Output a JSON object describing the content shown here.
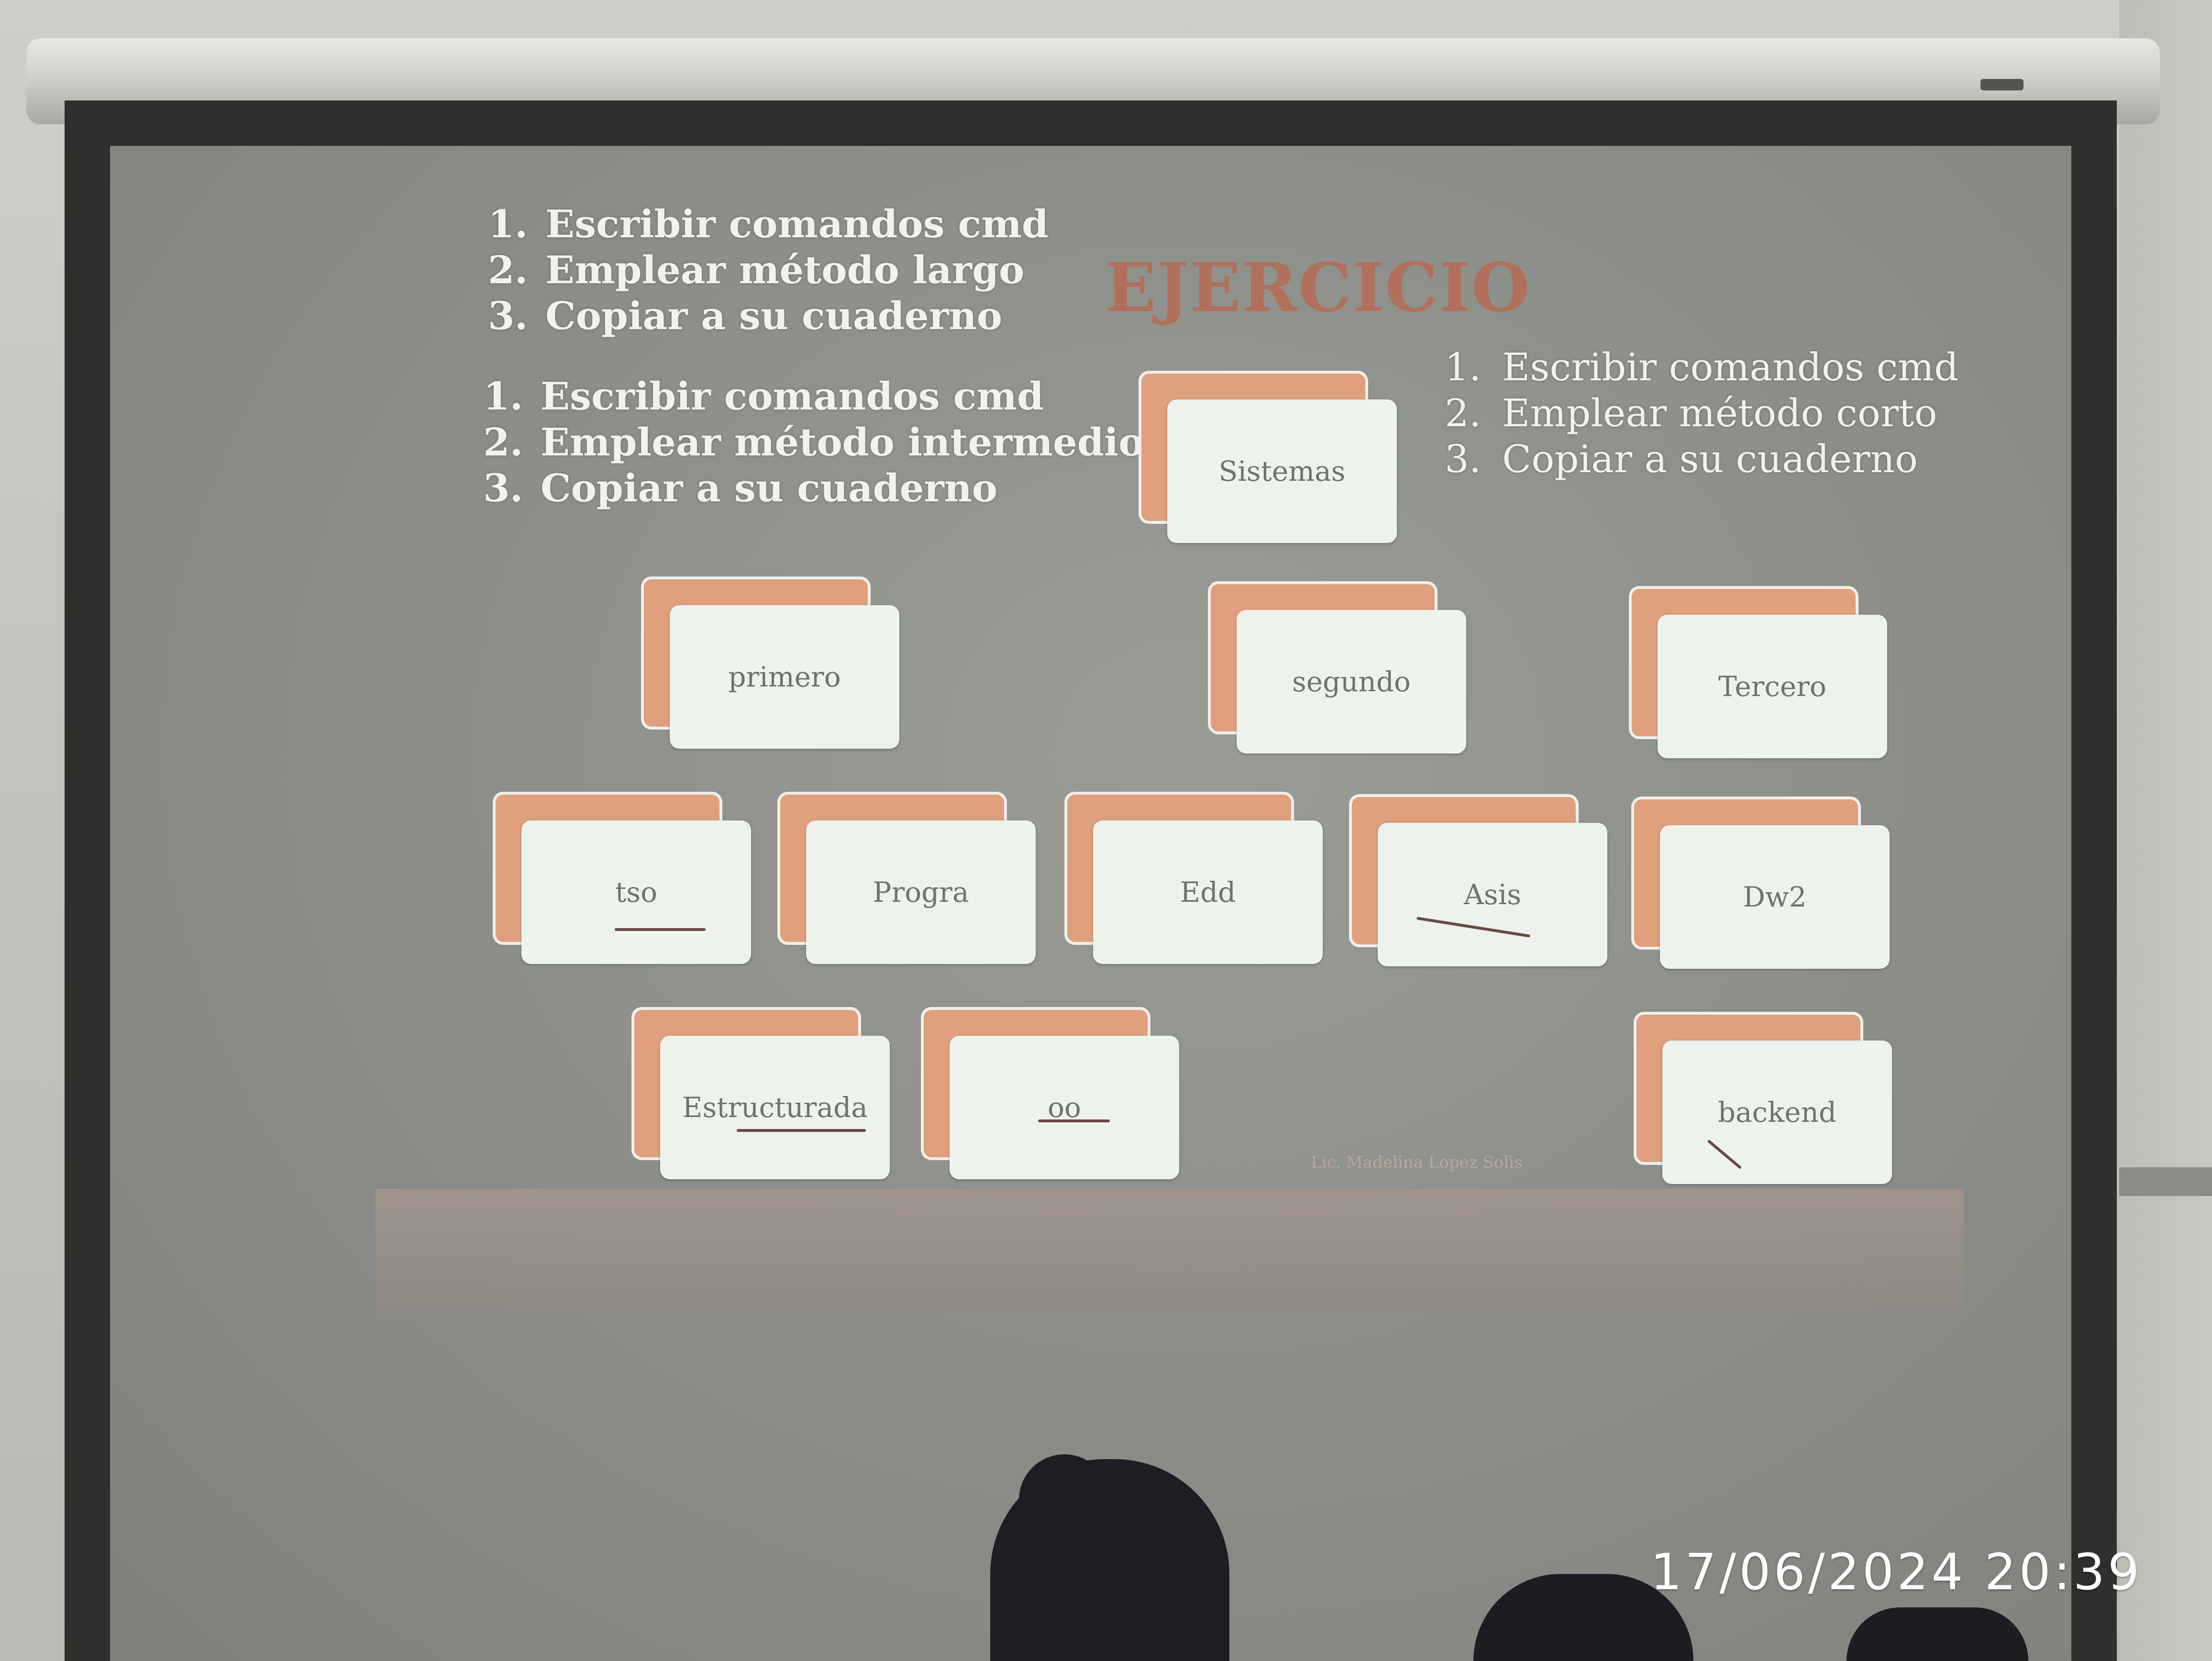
{
  "slide": {
    "title": "EJERCICIO",
    "list_top_left": [
      {
        "num": "1.",
        "text": "Escribir comandos cmd"
      },
      {
        "num": "2.",
        "text": "Emplear método largo"
      },
      {
        "num": "3.",
        "text": "Copiar a su cuaderno"
      }
    ],
    "list_mid_left": [
      {
        "num": "1.",
        "text": "Escribir comandos cmd"
      },
      {
        "num": "2.",
        "text": "Emplear método intermedio"
      },
      {
        "num": "3.",
        "text": "Copiar a su cuaderno"
      }
    ],
    "list_right": [
      {
        "num": "1.",
        "text": "Escribir comandos cmd"
      },
      {
        "num": "2.",
        "text": "Emplear método corto"
      },
      {
        "num": "3.",
        "text": "Copiar a su cuaderno"
      }
    ],
    "cards": {
      "root": "Sistemas",
      "level1": [
        "primero",
        "segundo",
        "Tercero"
      ],
      "level2": [
        "tso",
        "Progra",
        "Edd",
        "Asis",
        "Dw2"
      ],
      "level3": [
        "Estructurada",
        "oo",
        "backend"
      ]
    },
    "credit": "Lic. Madelina Lopez Solis"
  },
  "photo": {
    "timestamp": "17/06/2024 20:39"
  }
}
